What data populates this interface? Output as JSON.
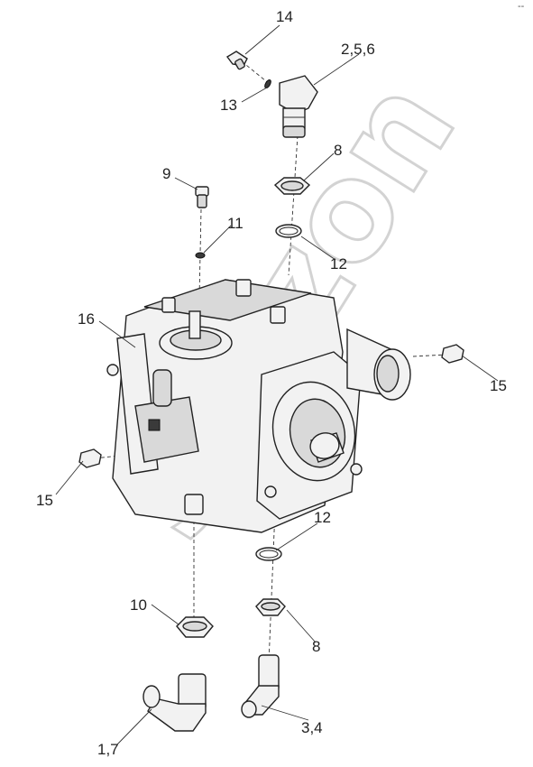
{
  "corner_mark": "‑‑",
  "watermark_text": "Sinzon",
  "callouts": [
    {
      "id": "14",
      "text": "14"
    },
    {
      "id": "2-5-6",
      "text": "2,5,6"
    },
    {
      "id": "13",
      "text": "13"
    },
    {
      "id": "8-top",
      "text": "8"
    },
    {
      "id": "9",
      "text": "9"
    },
    {
      "id": "11",
      "text": "11"
    },
    {
      "id": "12-top",
      "text": "12"
    },
    {
      "id": "16",
      "text": "16"
    },
    {
      "id": "15-right",
      "text": "15"
    },
    {
      "id": "15-left",
      "text": "15"
    },
    {
      "id": "12-bottom",
      "text": "12"
    },
    {
      "id": "10",
      "text": "10"
    },
    {
      "id": "8-bottom",
      "text": "8"
    },
    {
      "id": "3-4",
      "text": "3,4"
    },
    {
      "id": "1-7",
      "text": "1,7"
    }
  ]
}
